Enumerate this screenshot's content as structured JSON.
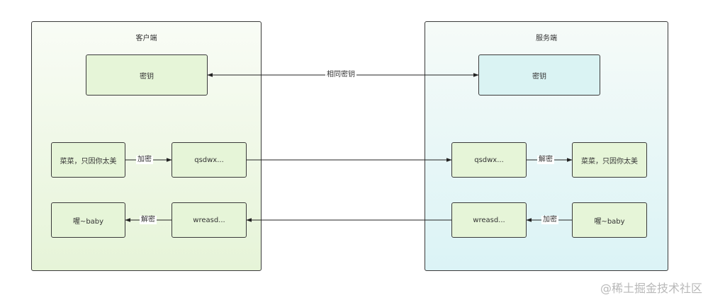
{
  "client": {
    "title": "客户端",
    "key": "密钥",
    "plaintext": "菜菜，只因你太美",
    "ciphertext": "qsdwx...",
    "response_cipher": "wreasd...",
    "response_plain": "喔~baby"
  },
  "server": {
    "title": "服务端",
    "key": "密钥",
    "ciphertext": "qsdwx...",
    "plaintext": "菜菜，只因你太美",
    "response_cipher": "wreasd...",
    "response_plain": "喔~baby"
  },
  "edges": {
    "shared_key": "相同密钥",
    "client_encrypt": "加密",
    "client_decrypt": "解密",
    "server_decrypt": "解密",
    "server_encrypt": "加密"
  },
  "watermark": "@稀土掘金技术社区",
  "colors": {
    "border": "#3a3a3a",
    "node_green": "#e6f5d8",
    "node_cyan": "#daf3f3"
  }
}
